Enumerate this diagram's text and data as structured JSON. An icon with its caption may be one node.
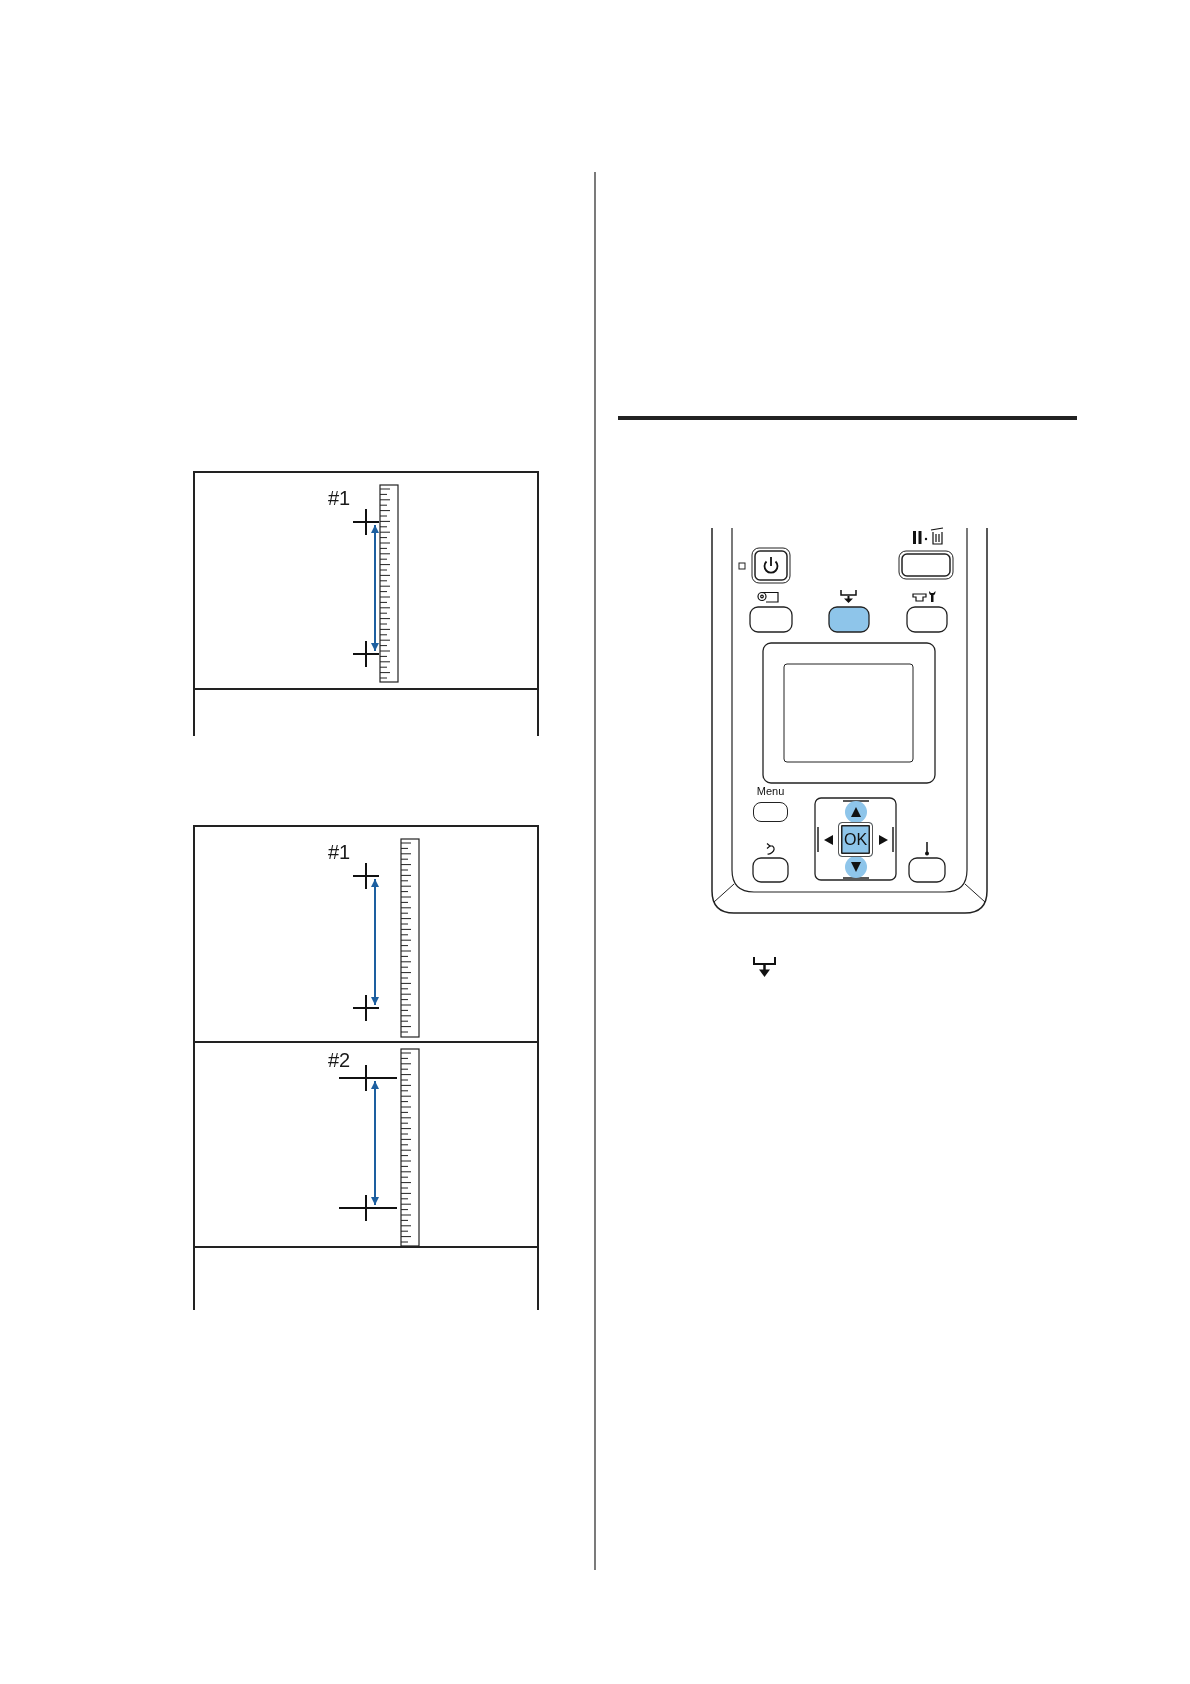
{
  "diagram": {
    "nodes": [
      {
        "text": [
          "Menu"
        ]
      },
      {
        "text": [
          "OK"
        ]
      }
    ],
    "labels": [
      "#1",
      "#1",
      "#2"
    ]
  }
}
